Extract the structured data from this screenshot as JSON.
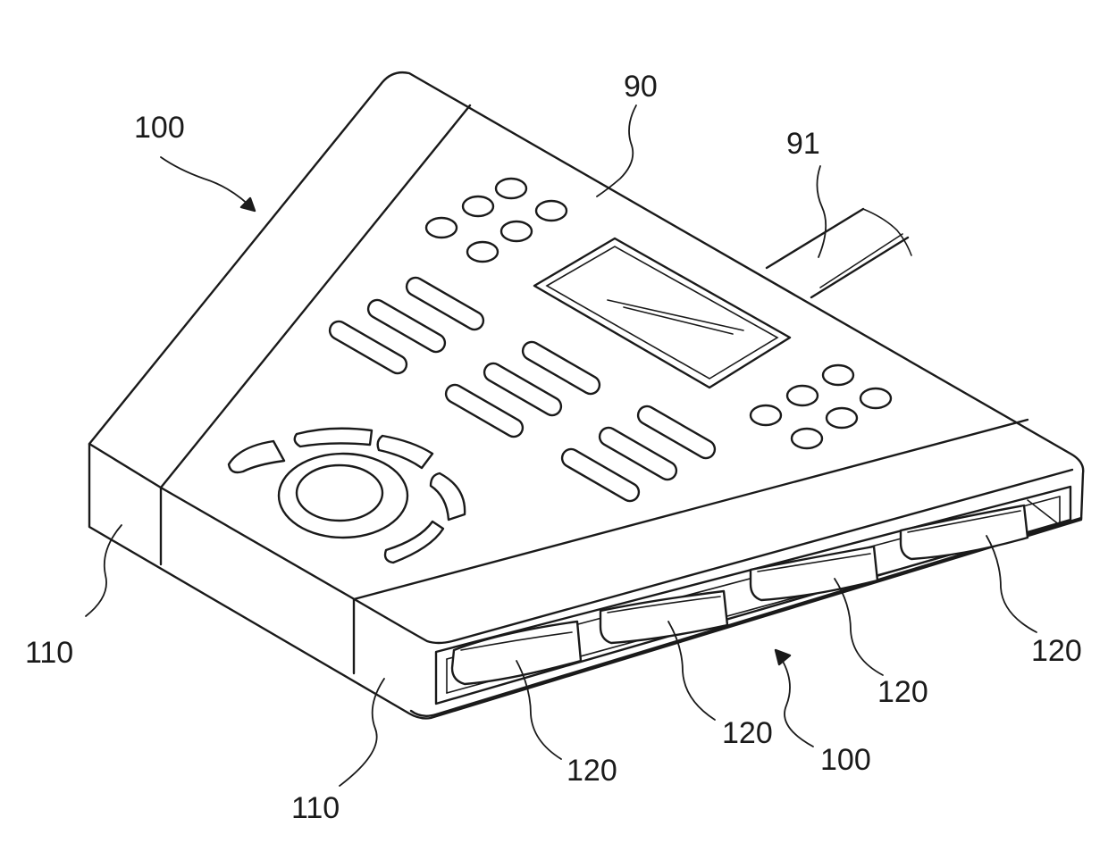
{
  "figure": {
    "labels": {
      "device_top_left": "100",
      "device_bottom": "100",
      "top_panel": "90",
      "cable": "91",
      "side_block_left": "110",
      "side_block_front": "110",
      "pad_1": "120",
      "pad_2": "120",
      "pad_3": "120",
      "pad_4": "120"
    }
  }
}
